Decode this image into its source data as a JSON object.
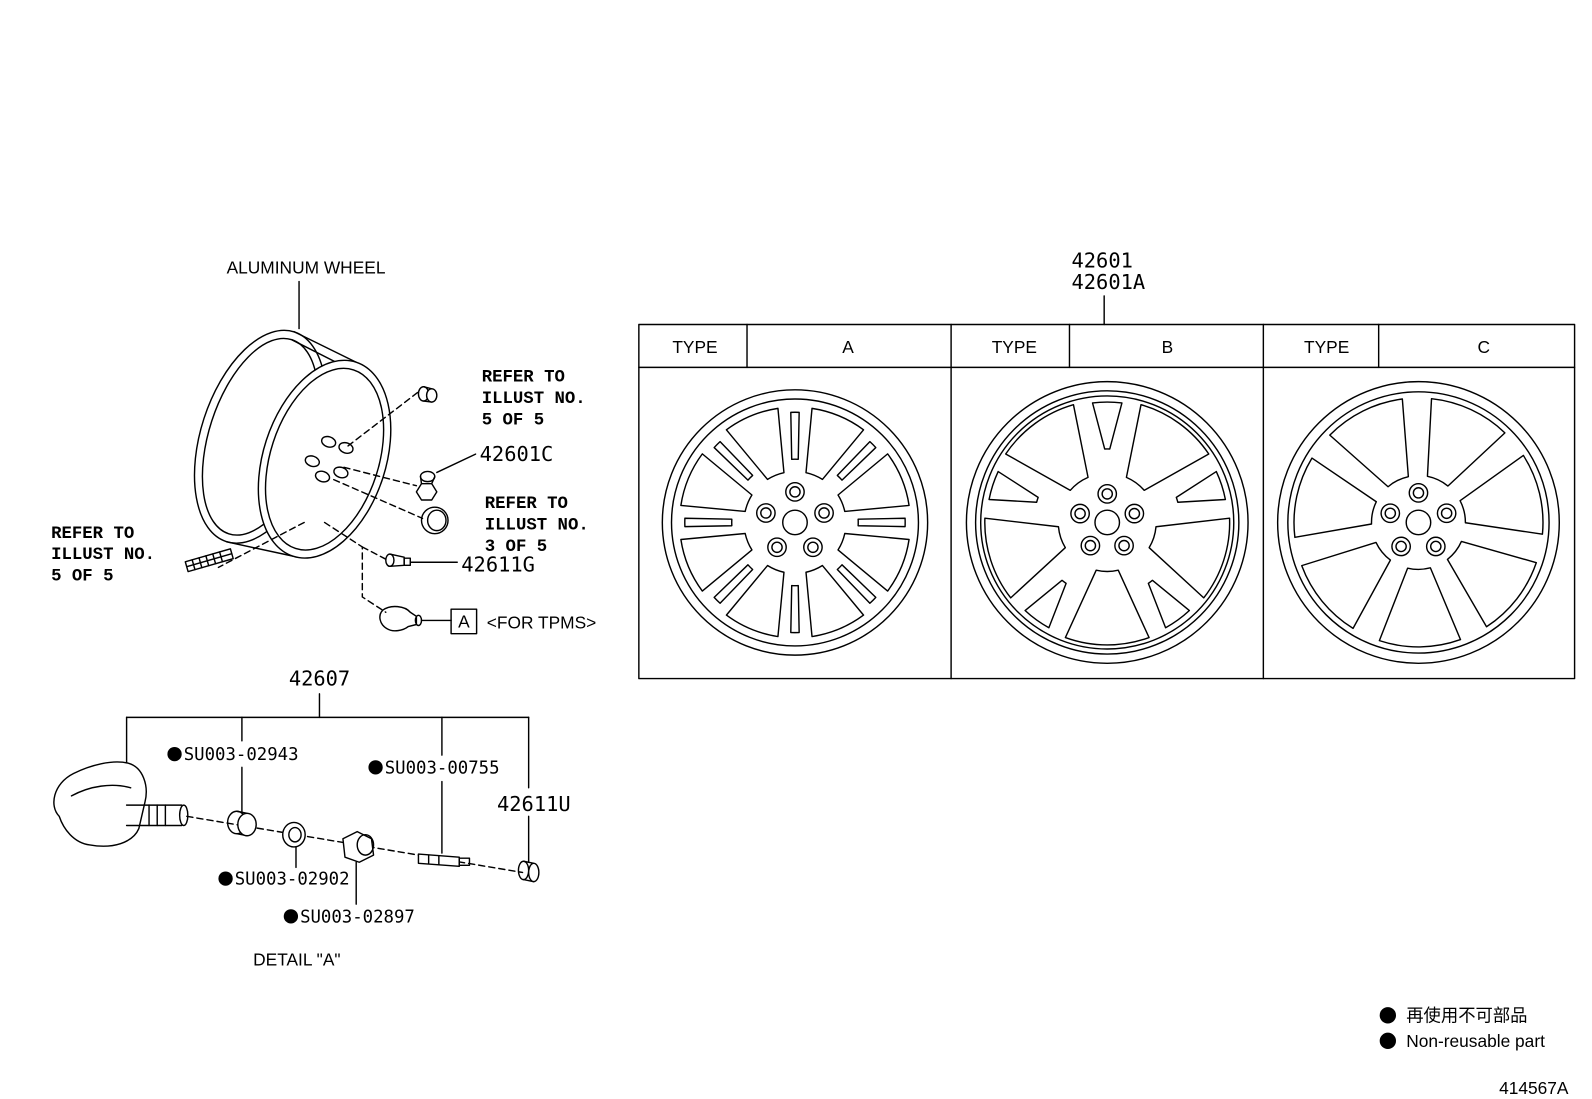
{
  "colors": {
    "line": "#000000",
    "background": "#ffffff"
  },
  "exploded_view": {
    "aluminum_wheel_label": "ALUMINUM WHEEL",
    "refer_note_upper": [
      "REFER TO",
      "ILLUST NO.",
      "5 OF 5"
    ],
    "lug_nut_part": "42601C",
    "refer_note_middle": [
      "REFER TO",
      "ILLUST NO.",
      "3 OF 5"
    ],
    "refer_note_left": [
      "REFER TO",
      "ILLUST NO.",
      "5 OF 5"
    ],
    "valve_part": "42611G",
    "detail_ref": "A",
    "tpms_note": "<FOR TPMS>"
  },
  "detail_a": {
    "assembly_part": "42607",
    "callouts": {
      "nut": "SU003-02943",
      "washer": "SU003-02902",
      "cap_nut": "SU003-02897",
      "valve_core": "SU003-00755",
      "valve_cap": "42611U"
    },
    "caption": "DETAIL \"A\""
  },
  "wheel_table": {
    "part_numbers": [
      "42601",
      "42601A"
    ],
    "columns": [
      {
        "header": "TYPE",
        "value": "A"
      },
      {
        "header": "TYPE",
        "value": "B"
      },
      {
        "header": "TYPE",
        "value": "C"
      }
    ]
  },
  "legend": {
    "ja": "再使用不可部品",
    "en": "Non-reusable part"
  },
  "figure_id": "414567A"
}
